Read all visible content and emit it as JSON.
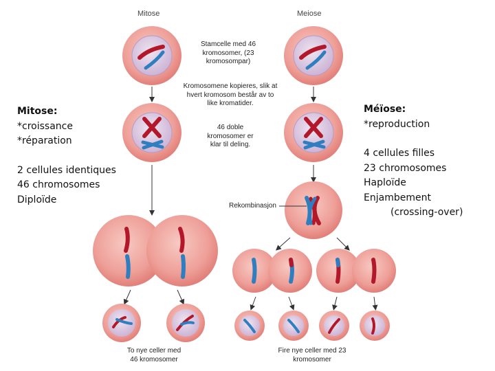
{
  "headers": {
    "mitose": "Mitose",
    "meiose": "Meiose"
  },
  "center_notes": {
    "stamcelle": "Stamcelle med 46 kromosomer, (23 kromosompar)",
    "kopieres": "Kromosomene kopieres, slik at hvert kromosom består av to like kromatider.",
    "doble": "46 doble kromosomer er klar til deling."
  },
  "rekombinasjon": "Rekombinasjon",
  "bottom_labels": {
    "mitose": "To nye celler med 46 kromosomer",
    "meiose": "Fire nye celler med 23 kromosomer"
  },
  "left_panel": {
    "title": "Mitose:",
    "line1": "*croissance",
    "line2": "*réparation",
    "line3": "2 cellules identiques",
    "line4": "46 chromosomes",
    "line5": "Diploïde"
  },
  "right_panel": {
    "title": "Méïose:",
    "line1": "*reproduction",
    "line2": "4 cellules filles",
    "line3": "23 chromosomes",
    "line4": "Haploïde",
    "line5": "Enjambement",
    "line6": "(crossing-over)"
  },
  "colors": {
    "cell_outer": "#ec9a96",
    "cell_inner": "#d9c6df",
    "chrom_red": "#b3182a",
    "chrom_blue": "#2f7fc0"
  }
}
